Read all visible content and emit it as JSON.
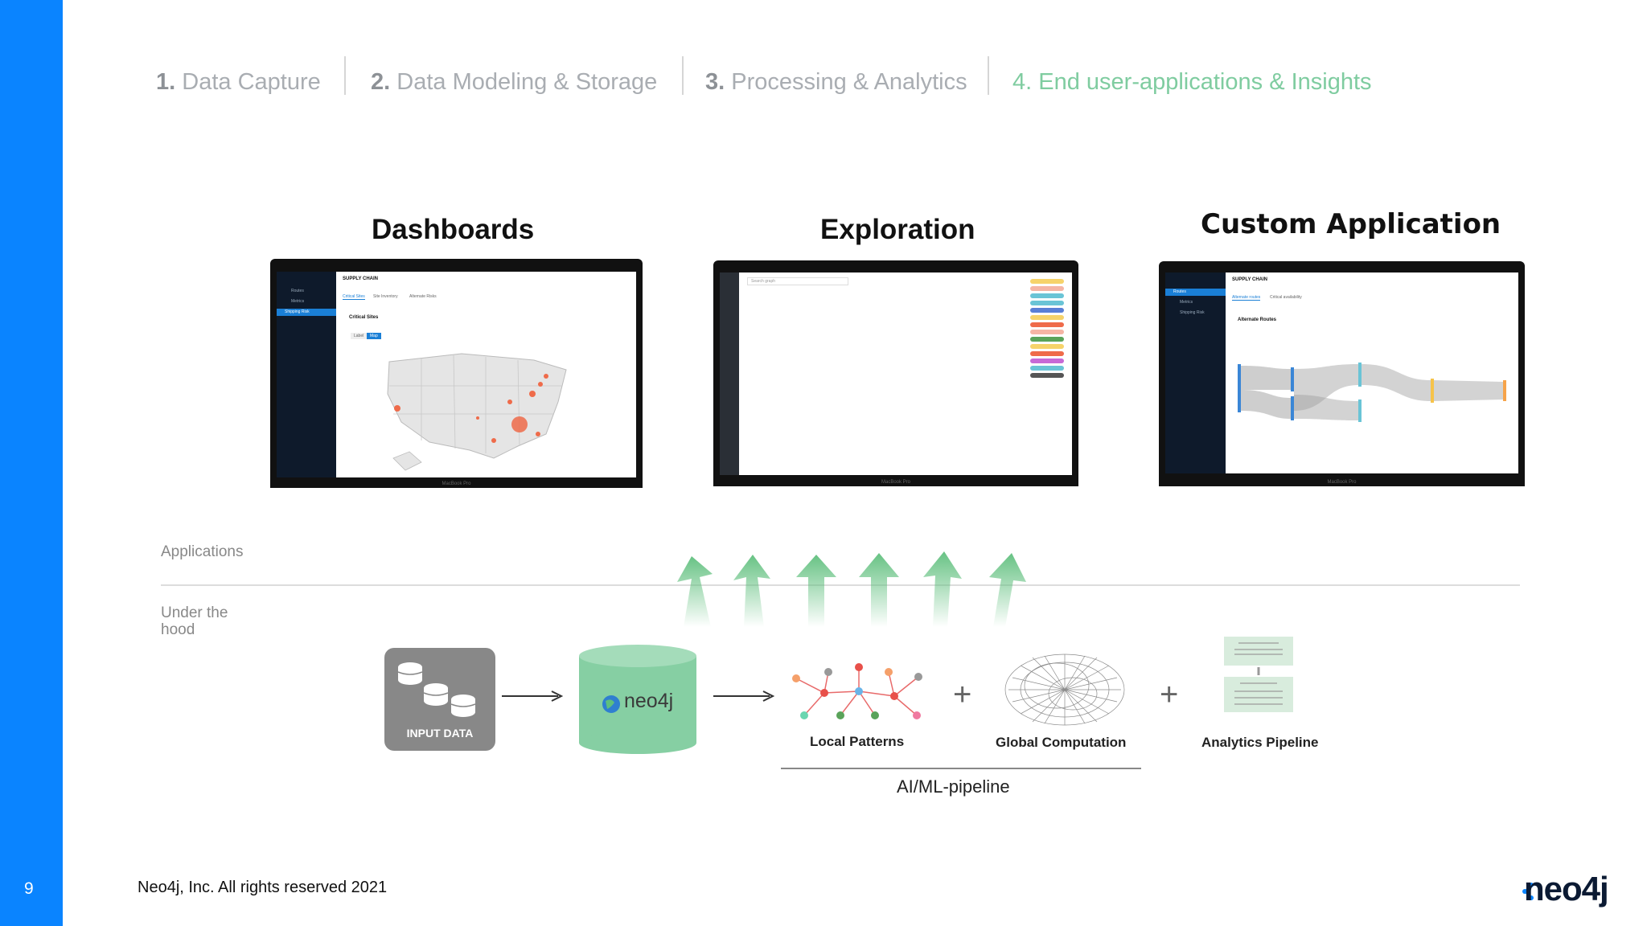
{
  "slide": {
    "page_number": "9",
    "footer": "Neo4j, Inc. All rights reserved 2021",
    "logo_text": "neo4j"
  },
  "steps": [
    {
      "num": "1.",
      "label": "Data Capture"
    },
    {
      "num": "2.",
      "label": "Data Modeling & Storage"
    },
    {
      "num": "3.",
      "label": "Processing & Analytics"
    },
    {
      "num": "4.",
      "label": "End user-applications & Insights"
    }
  ],
  "headings": {
    "dashboards": "Dashboards",
    "exploration": "Exploration",
    "custom": "Custom Application"
  },
  "dashboard_screen": {
    "app_title": "SUPPLY CHAIN",
    "side_items": [
      "Routes",
      "Metrics",
      "Shipping Risk"
    ],
    "tabs": [
      "Critical Sites",
      "Site Inventory",
      "Alternate Risks"
    ],
    "panel_title": "Critical Sites",
    "buttons": [
      "Label",
      "Map"
    ],
    "device": "MacBook Pro"
  },
  "exploration_screen": {
    "search_placeholder": "Search graph",
    "device": "MacBook Pro"
  },
  "custom_screen": {
    "app_title": "SUPPLY CHAIN",
    "side_items": [
      "Routes",
      "Metrics",
      "Shipping Risk"
    ],
    "tabs": [
      "Alternate routes",
      "Critical availability"
    ],
    "panel_title": "Alternate Routes",
    "device": "MacBook Pro"
  },
  "layers": {
    "applications": "Applications",
    "under_hood_line1": "Under the",
    "under_hood_line2": "hood"
  },
  "pipeline": {
    "input_label": "INPUT DATA",
    "db_label": "neo4j",
    "local_patterns": "Local Patterns",
    "global_computation": "Global Computation",
    "analytics_pipeline": "Analytics Pipeline",
    "ml_label": "AI/ML-pipeline",
    "plus": "+"
  },
  "colors": {
    "accent_blue": "#0a84ff",
    "active_step": "#7fcca0",
    "db_green": "#86cfa3"
  }
}
